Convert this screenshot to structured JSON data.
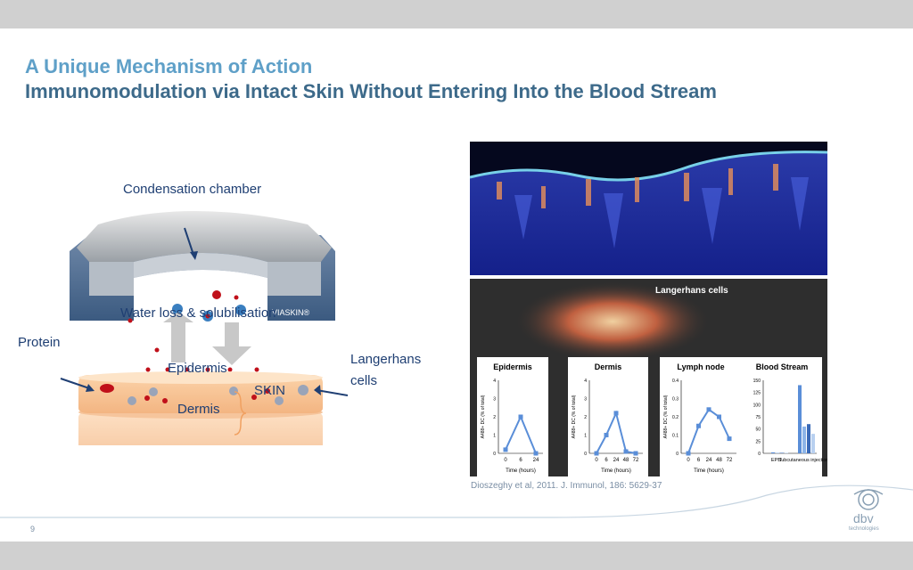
{
  "slide": {
    "title": "A Unique Mechanism of Action",
    "subtitle": "Immunomodulation via Intact Skin Without Entering Into the Blood Stream",
    "page_number": "9",
    "citation": "Dioszeghy et al, 2011. J. Immunol, 186: 5629-37"
  },
  "diagram": {
    "condensation_label": "Condensation chamber",
    "device_brand": "VIASKIN®",
    "water_label": "Water loss & solubilisation",
    "protein_label": "Protein",
    "epidermis_label": "Epidermis",
    "dermis_label": "Dermis",
    "skin_label": "SKIN",
    "langerhans_label_line1": "Langerhans",
    "langerhans_label_line2": "cells"
  },
  "panel": {
    "langerhans_title": "Langerhans cells",
    "time_label": "Time (hours)",
    "yaxis_label": "A488+ DC (% of total)"
  },
  "chart_data": [
    {
      "type": "line",
      "title": "Epidermis",
      "xlabel": "Time (hours)",
      "ylabel": "A488+ DC (% of total)",
      "x": [
        "0",
        "6",
        "24"
      ],
      "values": [
        0.2,
        2.0,
        0
      ],
      "ylim": [
        0,
        4
      ],
      "yticks": [
        "0",
        "1",
        "2",
        "3",
        "4"
      ]
    },
    {
      "type": "line",
      "title": "Dermis",
      "xlabel": "Time (hours)",
      "ylabel": "A488+ DC (% of total)",
      "x": [
        "0",
        "6",
        "24",
        "48",
        "72"
      ],
      "values": [
        0,
        1.0,
        2.2,
        0.1,
        0
      ],
      "ylim": [
        0,
        4
      ],
      "yticks": [
        "0",
        "1",
        "2",
        "3",
        "4"
      ]
    },
    {
      "type": "line",
      "title": "Lymph node",
      "xlabel": "Time (hours)",
      "ylabel": "A488+ DC (% of total)",
      "x": [
        "0",
        "6",
        "24",
        "48",
        "72"
      ],
      "values": [
        0,
        0.15,
        0.24,
        0.2,
        0.08
      ],
      "ylim": [
        0,
        0.4
      ],
      "yticks": [
        "0",
        "0.1",
        "0.2",
        "0.3",
        "0.4"
      ]
    },
    {
      "type": "bar",
      "title": "Blood Stream",
      "categories": [
        "EPIT",
        "Subcutaneous injection"
      ],
      "series": [
        {
          "values": [
            2,
            140
          ]
        },
        {
          "values": [
            1,
            55
          ]
        },
        {
          "values": [
            1,
            60
          ]
        },
        {
          "values": [
            1,
            40
          ]
        }
      ],
      "ylim": [
        0,
        150
      ],
      "yticks": [
        "0",
        "25",
        "50",
        "75",
        "100",
        "125",
        "150"
      ]
    }
  ],
  "colors": {
    "title_light": "#5fa0c8",
    "title_dark": "#3d6a8a",
    "line_series": "#5a8ed8",
    "label_dark": "#1f3f73"
  }
}
